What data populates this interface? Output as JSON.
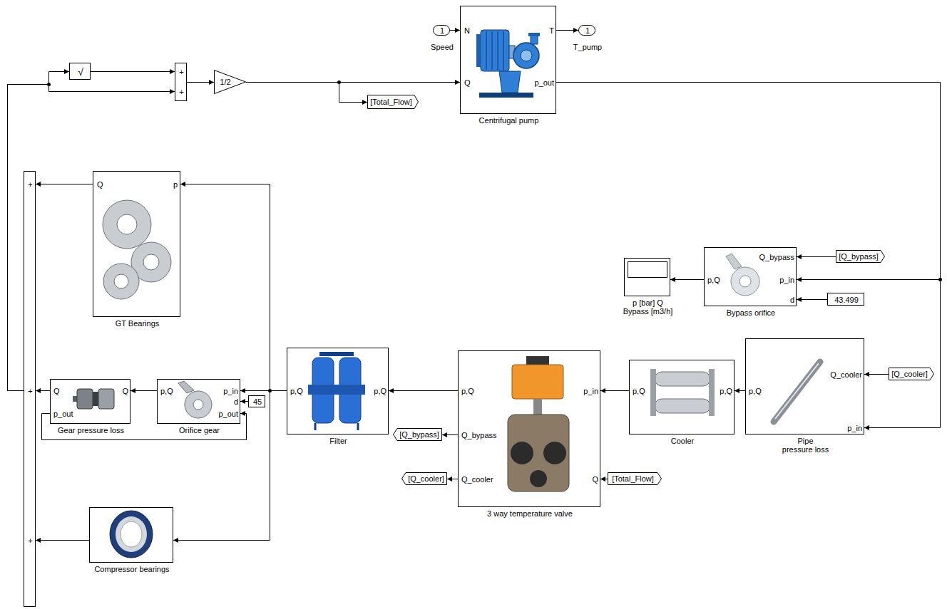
{
  "diagram": {
    "nodes": [
      {
        "text": [
          "1",
          "Speed"
        ]
      },
      {
        "text": [
          "N",
          "Q",
          "T",
          "p_out",
          "Centrifugal pump"
        ]
      },
      {
        "text": [
          "1",
          "T_pump"
        ]
      },
      {
        "text": [
          "√"
        ]
      },
      {
        "text": [
          "+",
          "+"
        ]
      },
      {
        "text": [
          "1/2"
        ]
      },
      {
        "text": [
          "[Total_Flow]"
        ]
      },
      {
        "text": [
          "+",
          "+",
          "+"
        ]
      },
      {
        "text": [
          "Q",
          "p",
          "GT Bearings"
        ]
      },
      {
        "text": [
          "Q",
          "p_out",
          "Q",
          "Gear pressure loss"
        ]
      },
      {
        "text": [
          "p,Q",
          "p_in",
          "d",
          "p_out",
          "Orifice gear"
        ]
      },
      {
        "text": [
          "45"
        ]
      },
      {
        "text": [
          "Compressor bearings"
        ]
      },
      {
        "text": [
          "p,Q",
          "p,Q",
          "Filter"
        ]
      },
      {
        "text": [
          "[Q_bypass]"
        ]
      },
      {
        "text": [
          "[Q_cooler]"
        ]
      },
      {
        "text": [
          "p,Q",
          "Q_bypass",
          "Q_cooler",
          "p_in",
          "Q",
          "3 way temperature valve"
        ]
      },
      {
        "text": [
          "[Total_Flow]"
        ]
      },
      {
        "text": [
          "p,Q",
          "p,Q",
          "Cooler"
        ]
      },
      {
        "text": [
          "p,Q",
          "Q_cooler",
          "p_in",
          "Pipe pressure loss"
        ]
      },
      {
        "text": [
          "[Q_cooler]"
        ]
      },
      {
        "text": [
          "p [bar] Q Bypass [m3/h]"
        ]
      },
      {
        "text": [
          "p,Q",
          "Q_bypass",
          "p_in",
          "d",
          "Bypass orifice"
        ]
      },
      {
        "text": [
          "43.499"
        ]
      },
      {
        "text": [
          "[Q_bypass]"
        ]
      }
    ],
    "edges": [
      {
        "from": 0,
        "to": 1,
        "arrow": "to"
      },
      {
        "from": 1,
        "to": 2,
        "arrow": "to"
      },
      {
        "from": 5,
        "to": 1,
        "arrow": "to"
      },
      {
        "from": 5,
        "to": 6,
        "arrow": "to"
      },
      {
        "from": 3,
        "to": 4,
        "arrow": "to"
      },
      {
        "from": 4,
        "to": 5,
        "arrow": "to"
      },
      {
        "from": 7,
        "to": 3,
        "arrow": "to"
      },
      {
        "from": 7,
        "to": 4,
        "arrow": "to"
      },
      {
        "from": 1,
        "to": 19,
        "arrow": "to"
      },
      {
        "from": 1,
        "to": 22,
        "arrow": "to"
      },
      {
        "from": 20,
        "to": 19,
        "arrow": "to"
      },
      {
        "from": 19,
        "to": 18,
        "arrow": "to"
      },
      {
        "from": 18,
        "to": 16,
        "arrow": "to"
      },
      {
        "from": 17,
        "to": 16,
        "arrow": "to"
      },
      {
        "from": 16,
        "to": 14,
        "arrow": "to"
      },
      {
        "from": 16,
        "to": 15,
        "arrow": "to"
      },
      {
        "from": 16,
        "to": 13,
        "arrow": "to"
      },
      {
        "from": 13,
        "to": 8,
        "arrow": "to"
      },
      {
        "from": 13,
        "to": 10,
        "arrow": "to"
      },
      {
        "from": 13,
        "to": 12,
        "arrow": "to"
      },
      {
        "from": 11,
        "to": 10,
        "arrow": "to"
      },
      {
        "from": 10,
        "to": 9,
        "arrow": "to"
      },
      {
        "from": 9,
        "to": 10,
        "arrow": "to"
      },
      {
        "from": 9,
        "to": 7,
        "arrow": "to"
      },
      {
        "from": 8,
        "to": 7,
        "arrow": "to"
      },
      {
        "from": 12,
        "to": 7,
        "arrow": "to"
      },
      {
        "from": 24,
        "to": 22,
        "arrow": "to"
      },
      {
        "from": 23,
        "to": 22,
        "arrow": "to"
      },
      {
        "from": 22,
        "to": 21,
        "arrow": "to"
      }
    ]
  }
}
